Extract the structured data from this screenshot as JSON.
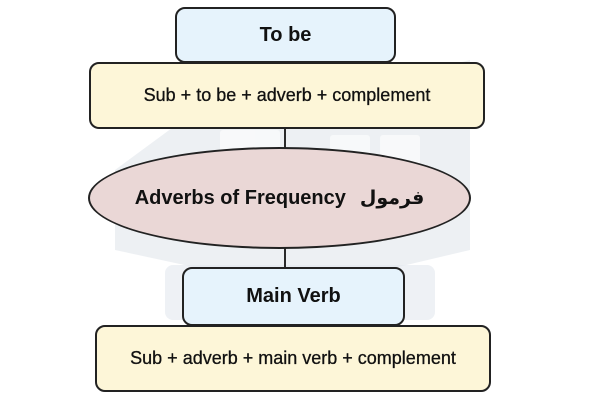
{
  "diagram": {
    "top_header": "To be",
    "top_formula": "Sub + to be + adverb + complement",
    "center": {
      "title": "Adverbs of Frequency",
      "persian_label": "فرمول"
    },
    "bottom_header": "Main Verb",
    "bottom_formula": "Sub + adverb + main verb + complement"
  },
  "colors": {
    "header_fill": "#e6f3fc",
    "formula_fill": "#fdf6d8",
    "ellipse_fill": "#ead7d6",
    "stroke": "#222222"
  }
}
